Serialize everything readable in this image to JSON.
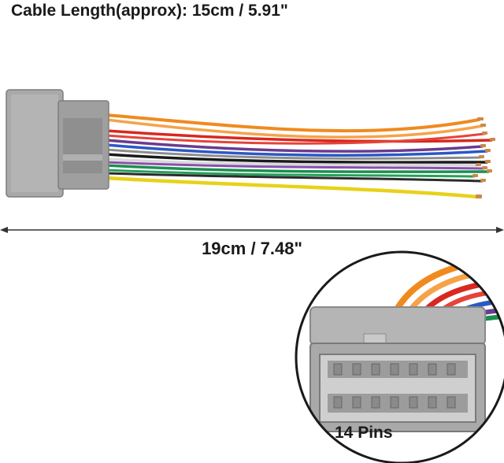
{
  "caption": "Cable Length(approx): 15cm / 5.91\"",
  "total_length": "19cm / 7.48\"",
  "pin_count": "14 Pins",
  "wire_colors": [
    "#f08a1f",
    "#f5a34a",
    "#d8281f",
    "#6a3b8f",
    "#2a59c4",
    "#8d8d8d",
    "#1a1a1a",
    "#ffffff",
    "#1d8f4e",
    "#e7d21a"
  ],
  "connector_color": "#a7a7a7"
}
